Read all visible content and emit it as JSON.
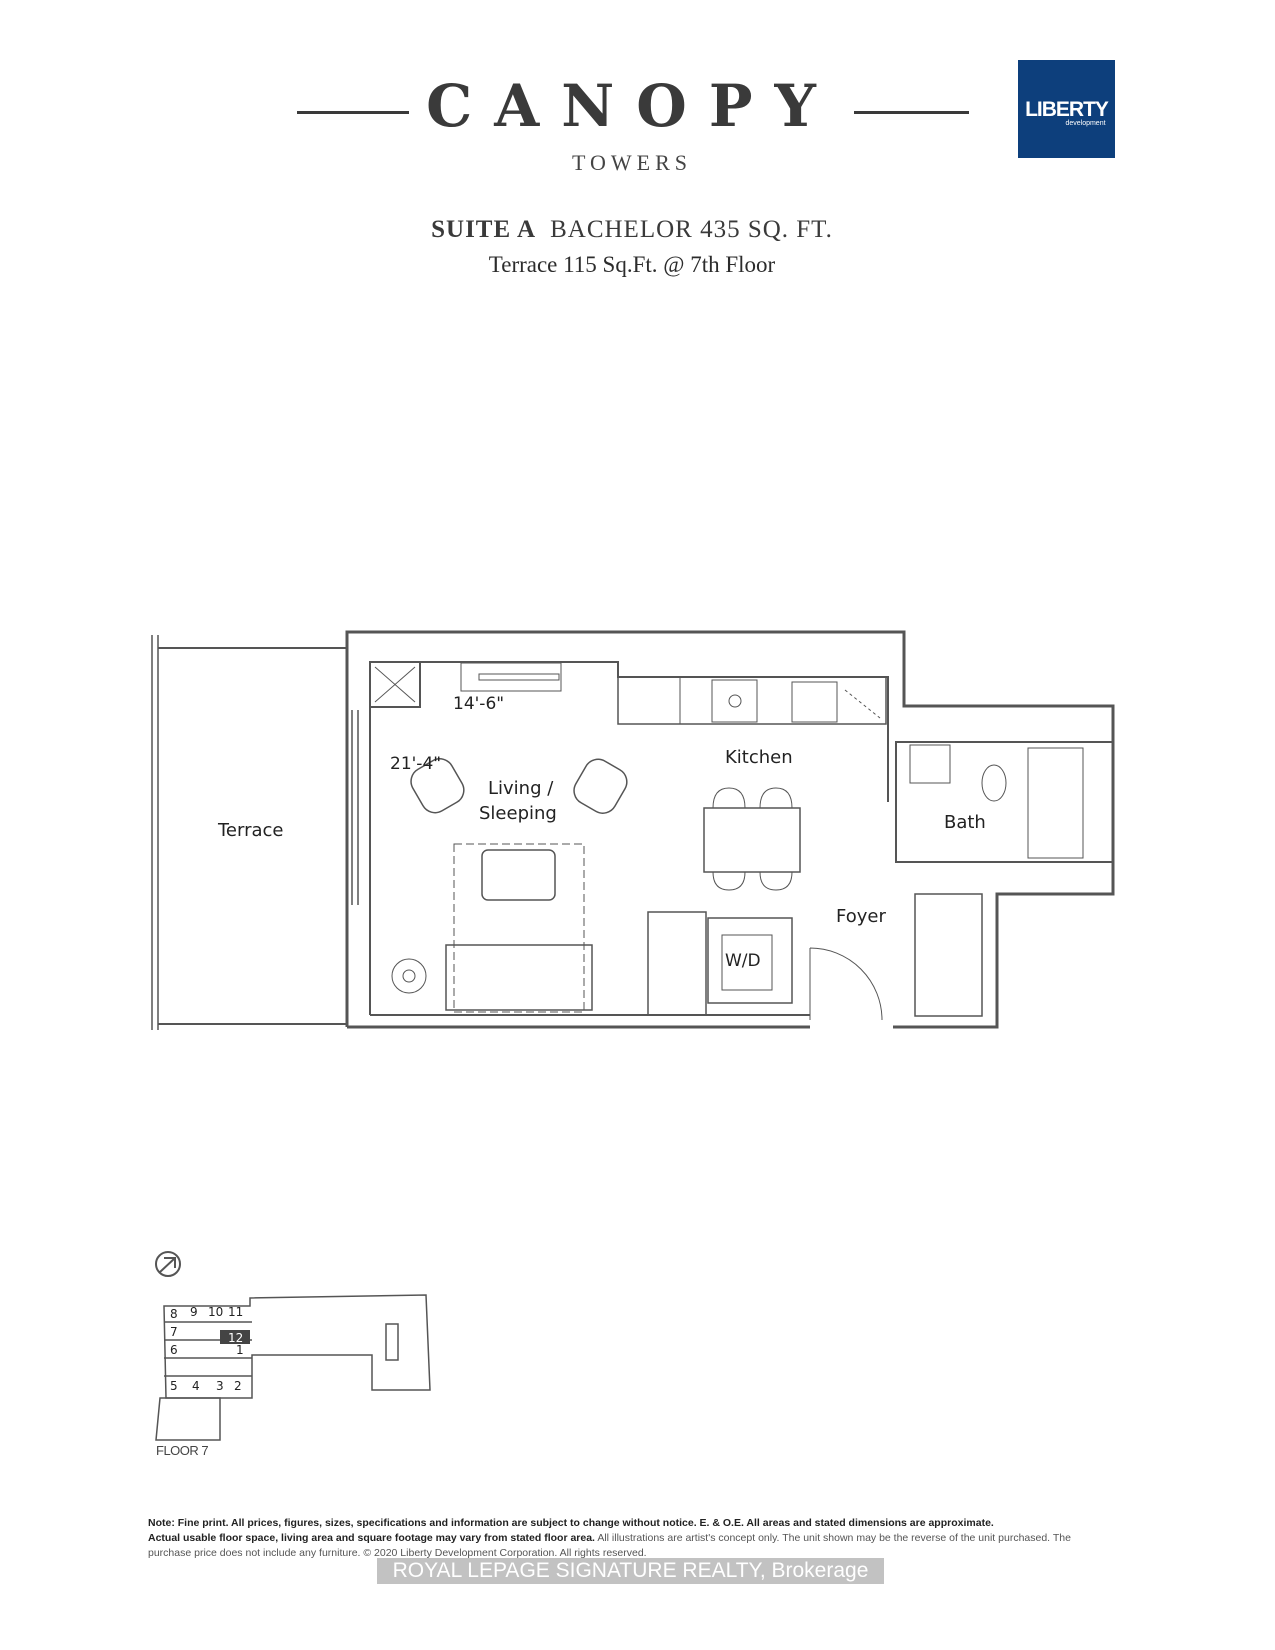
{
  "header": {
    "brand": "CANOPY",
    "subbrand": "TOWERS",
    "logo_text": "LIBERTY",
    "logo_subtext": "development",
    "logo_color": "#0d3f7c"
  },
  "suite": {
    "name": "SUITE A",
    "description": "BACHELOR 435 SQ. FT.",
    "terrace": "Terrace 115 Sq.Ft. @ 7th Floor"
  },
  "plan": {
    "rooms": {
      "terrace": "Terrace",
      "living": "Living /",
      "sleeping": "Sleeping",
      "kitchen": "Kitchen",
      "bath": "Bath",
      "foyer": "Foyer",
      "wd": "W/D"
    },
    "dimensions": {
      "width": "14'-6\"",
      "length": "21'-4\""
    }
  },
  "keyplan": {
    "units": [
      "1",
      "2",
      "3",
      "4",
      "5",
      "6",
      "7",
      "8",
      "9",
      "10",
      "11",
      "12"
    ],
    "highlighted_unit": "12",
    "floor_label": "FLOOR 7"
  },
  "footer": {
    "note_bold_1": "Note: Fine print. All prices, figures, sizes, specifications and information are subject to change without notice. E. & O.E. All areas and stated dimensions are approximate.",
    "note_bold_2": "Actual usable floor space, living area and square footage may vary from stated floor area.",
    "note_regular": "All illustrations are artist's concept only. The unit shown may be the reverse of the unit purchased. The purchase price does not include any furniture. © 2020 Liberty Development Corporation. All rights reserved.",
    "watermark": "ROYAL LEPAGE SIGNATURE REALTY, Brokerage"
  }
}
